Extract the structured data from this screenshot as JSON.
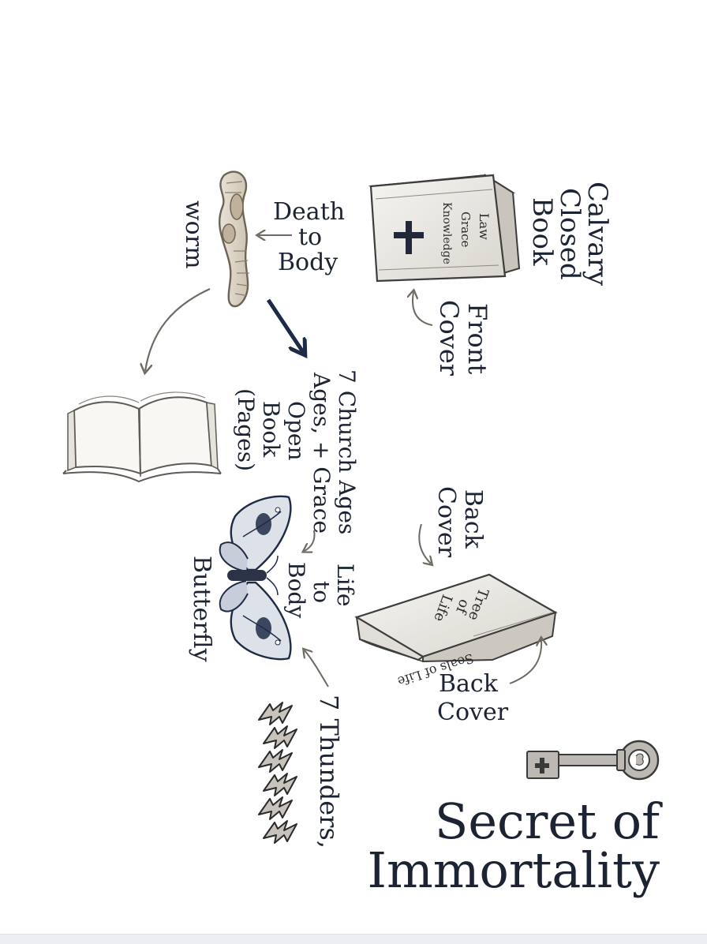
{
  "title": {
    "line1": "Secret of",
    "line2": "Immortality"
  },
  "labels": {
    "calvary": [
      "Calvary",
      "Closed",
      "Book"
    ],
    "front_cover": [
      "Front",
      "Cover"
    ],
    "death_to_body": [
      "Death",
      "to",
      "Body"
    ],
    "worm": "worm",
    "church_ages": [
      "7 Church Ages",
      "Ages, + Grace",
      "Open",
      "Book",
      "(Pages)"
    ],
    "life_to_body": [
      "Life",
      "to",
      "Body"
    ],
    "butterfly": "Butterfly",
    "back_cover_top": [
      "Back",
      "Cover"
    ],
    "back_cover_bottom": [
      "Back",
      "Cover"
    ],
    "seven_thunders": "7 Thunders,"
  },
  "closed_book": {
    "spine_words": [
      "Law",
      "Grace",
      "Knowledge"
    ]
  },
  "back_book": {
    "cover_words": [
      "Tree",
      "of",
      "Life"
    ],
    "spine_text": "Seals of Life"
  },
  "colors": {
    "ink": "#1c2433",
    "navy": "#1e2b47",
    "arrow": "#6e6a63",
    "paper": "#eeece7"
  },
  "icons": [
    "closed-book-icon",
    "cross-icon",
    "worm-icon",
    "open-book-icon",
    "butterfly-icon",
    "back-book-icon",
    "lightning-icon",
    "key-icon"
  ]
}
